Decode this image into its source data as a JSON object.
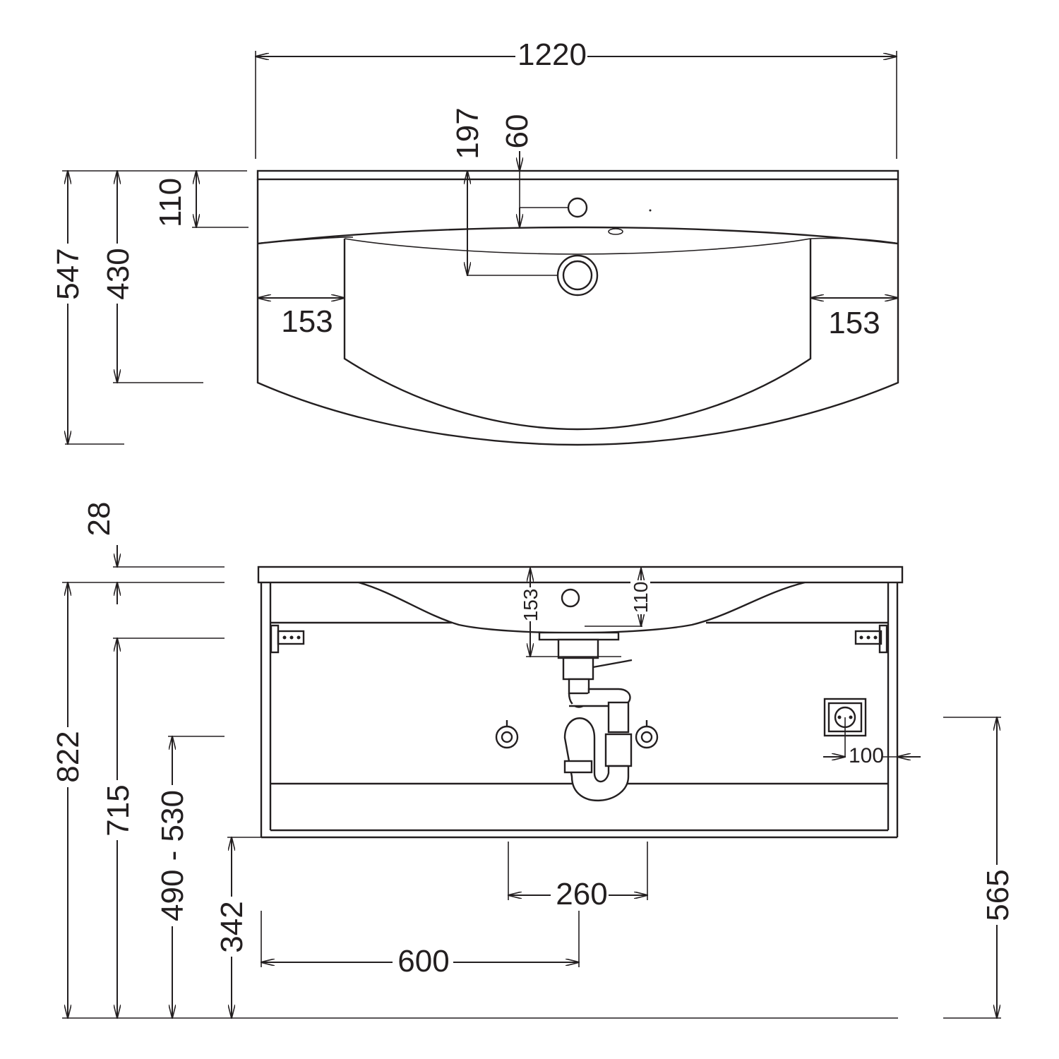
{
  "top_view": {
    "overall_width": "1220",
    "overall_depth": "547",
    "cabinet_depth": "430",
    "tap_hole_depth": "110",
    "drain_depth": "197",
    "tap_offset": "60",
    "side_left": "153",
    "side_right": "153"
  },
  "front_view": {
    "top_thickness": "28",
    "total_height": "822",
    "height_715": "715",
    "height_range": "490 - 530",
    "cabinet_bottom": "342",
    "drain_spacing": "260",
    "drain_offset": "600",
    "socket_height": "565",
    "basin_depth_153": "153",
    "basin_depth_110": "110",
    "socket_offset": "100"
  }
}
